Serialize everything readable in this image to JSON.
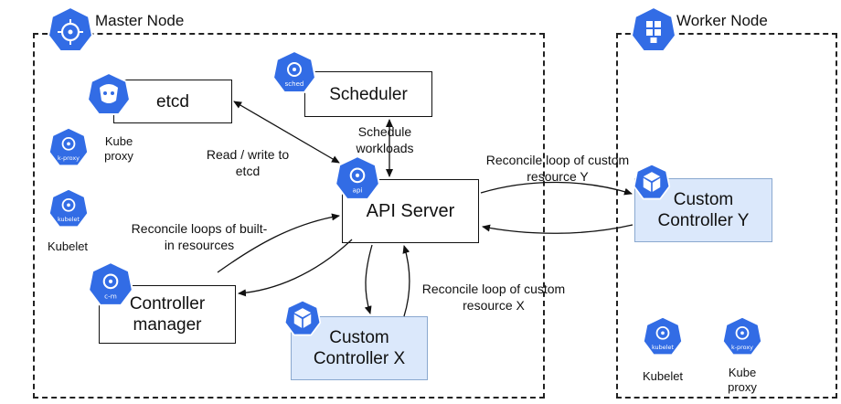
{
  "regions": {
    "master": {
      "title": "Master Node",
      "icon": "kubernetes-master-icon"
    },
    "worker": {
      "title": "Worker Node",
      "icon": "kubernetes-worker-icon"
    }
  },
  "components": {
    "etcd": {
      "label": "etcd",
      "icon": "etcd-icon"
    },
    "scheduler": {
      "label": "Scheduler",
      "icon": "sched-icon",
      "icon_text": "sched"
    },
    "api_server": {
      "label": "API Server",
      "icon": "api-icon",
      "icon_text": "api"
    },
    "controller_manager": {
      "label": "Controller\nmanager",
      "icon": "c-m-icon",
      "icon_text": "c-m"
    },
    "custom_controller_x": {
      "label": "Custom\nController X",
      "icon": "cube-icon"
    },
    "custom_controller_y": {
      "label": "Custom\nController Y",
      "icon": "cube-icon"
    }
  },
  "master_side": {
    "kube_proxy": {
      "label": "Kube\nproxy",
      "icon_text": "k-proxy"
    },
    "kubelet": {
      "label": "Kubelet",
      "icon_text": "kubelet"
    }
  },
  "worker_side": {
    "kubelet": {
      "label": "Kubelet",
      "icon_text": "kubelet"
    },
    "kube_proxy": {
      "label": "Kube\nproxy",
      "icon_text": "k-proxy"
    }
  },
  "annotations": {
    "read_write_etcd": "Read / write to\netcd",
    "schedule_workloads": "Schedule\nworkloads",
    "reconcile_builtin": "Reconcile loops of built-\nin resources",
    "reconcile_custom_y": "Reconcile loop of custom\nresource Y",
    "reconcile_custom_x": "Reconcile loop of custom\nresource X"
  },
  "colors": {
    "k8s_blue": "#326ce5",
    "custom_box_fill": "#dbe8fb",
    "custom_box_border": "#8aa8cf",
    "line": "#111111"
  }
}
